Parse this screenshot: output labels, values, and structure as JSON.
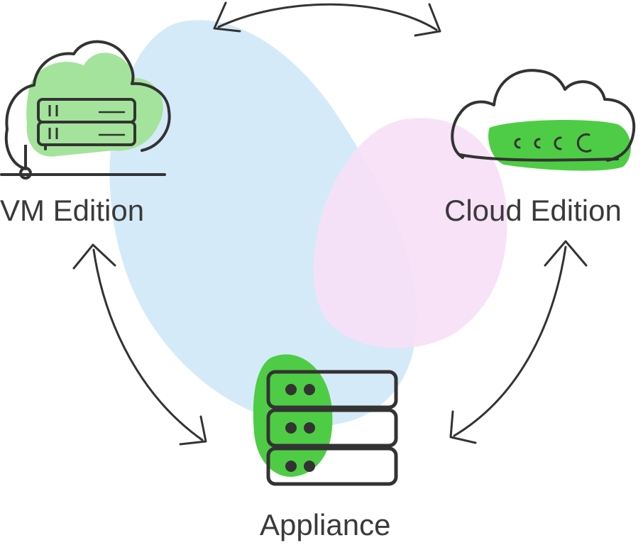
{
  "nodes": {
    "vm": {
      "label": "VM Edition",
      "icon": "cloud-server-icon"
    },
    "cloud": {
      "label": "Cloud Edition",
      "icon": "cloud-storage-icon"
    },
    "appliance": {
      "label": "Appliance",
      "icon": "server-rack-icon"
    }
  },
  "colors": {
    "blob_blue": "#d5eaf8",
    "blob_pink": "#f7e0f7",
    "accent_green": "#4fcc45",
    "accent_green_light": "#a4e39b",
    "stroke": "#333333",
    "text": "#3a3a3a"
  }
}
